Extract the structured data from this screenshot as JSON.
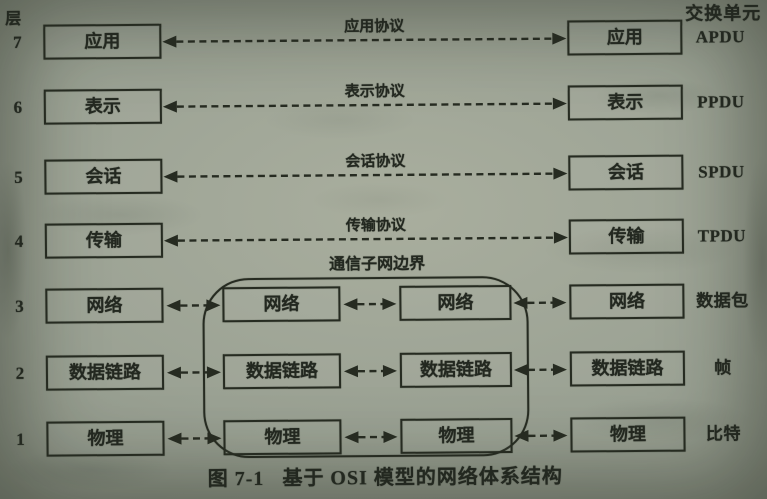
{
  "labels": {
    "layer_axis": "层",
    "exchange_unit": "交换单元",
    "subnet_boundary": "通信子网边界",
    "caption_figure": "图 7-1",
    "caption_title": "基于 OSI 模型的网络体系结构"
  },
  "colors": {
    "ink": "#262b21",
    "paper": "#9aa193"
  },
  "layers": [
    {
      "num": "7",
      "name": "应用",
      "protocol": "应用协议",
      "unit": "APDU"
    },
    {
      "num": "6",
      "name": "表示",
      "protocol": "表示协议",
      "unit": "PPDU"
    },
    {
      "num": "5",
      "name": "会话",
      "protocol": "会话协议",
      "unit": "SPDU"
    },
    {
      "num": "4",
      "name": "传输",
      "protocol": "传输协议",
      "unit": "TPDU"
    },
    {
      "num": "3",
      "name": "网络",
      "unit": "数据包"
    },
    {
      "num": "2",
      "name": "数据链路",
      "unit": "帧"
    },
    {
      "num": "1",
      "name": "物理",
      "unit": "比特"
    }
  ],
  "subnet_nodes": [
    {
      "row": "3",
      "left": "网络",
      "right": "网络"
    },
    {
      "row": "2",
      "left": "数据链路",
      "right": "数据链路"
    },
    {
      "row": "1",
      "left": "物理",
      "right": "物理"
    }
  ]
}
